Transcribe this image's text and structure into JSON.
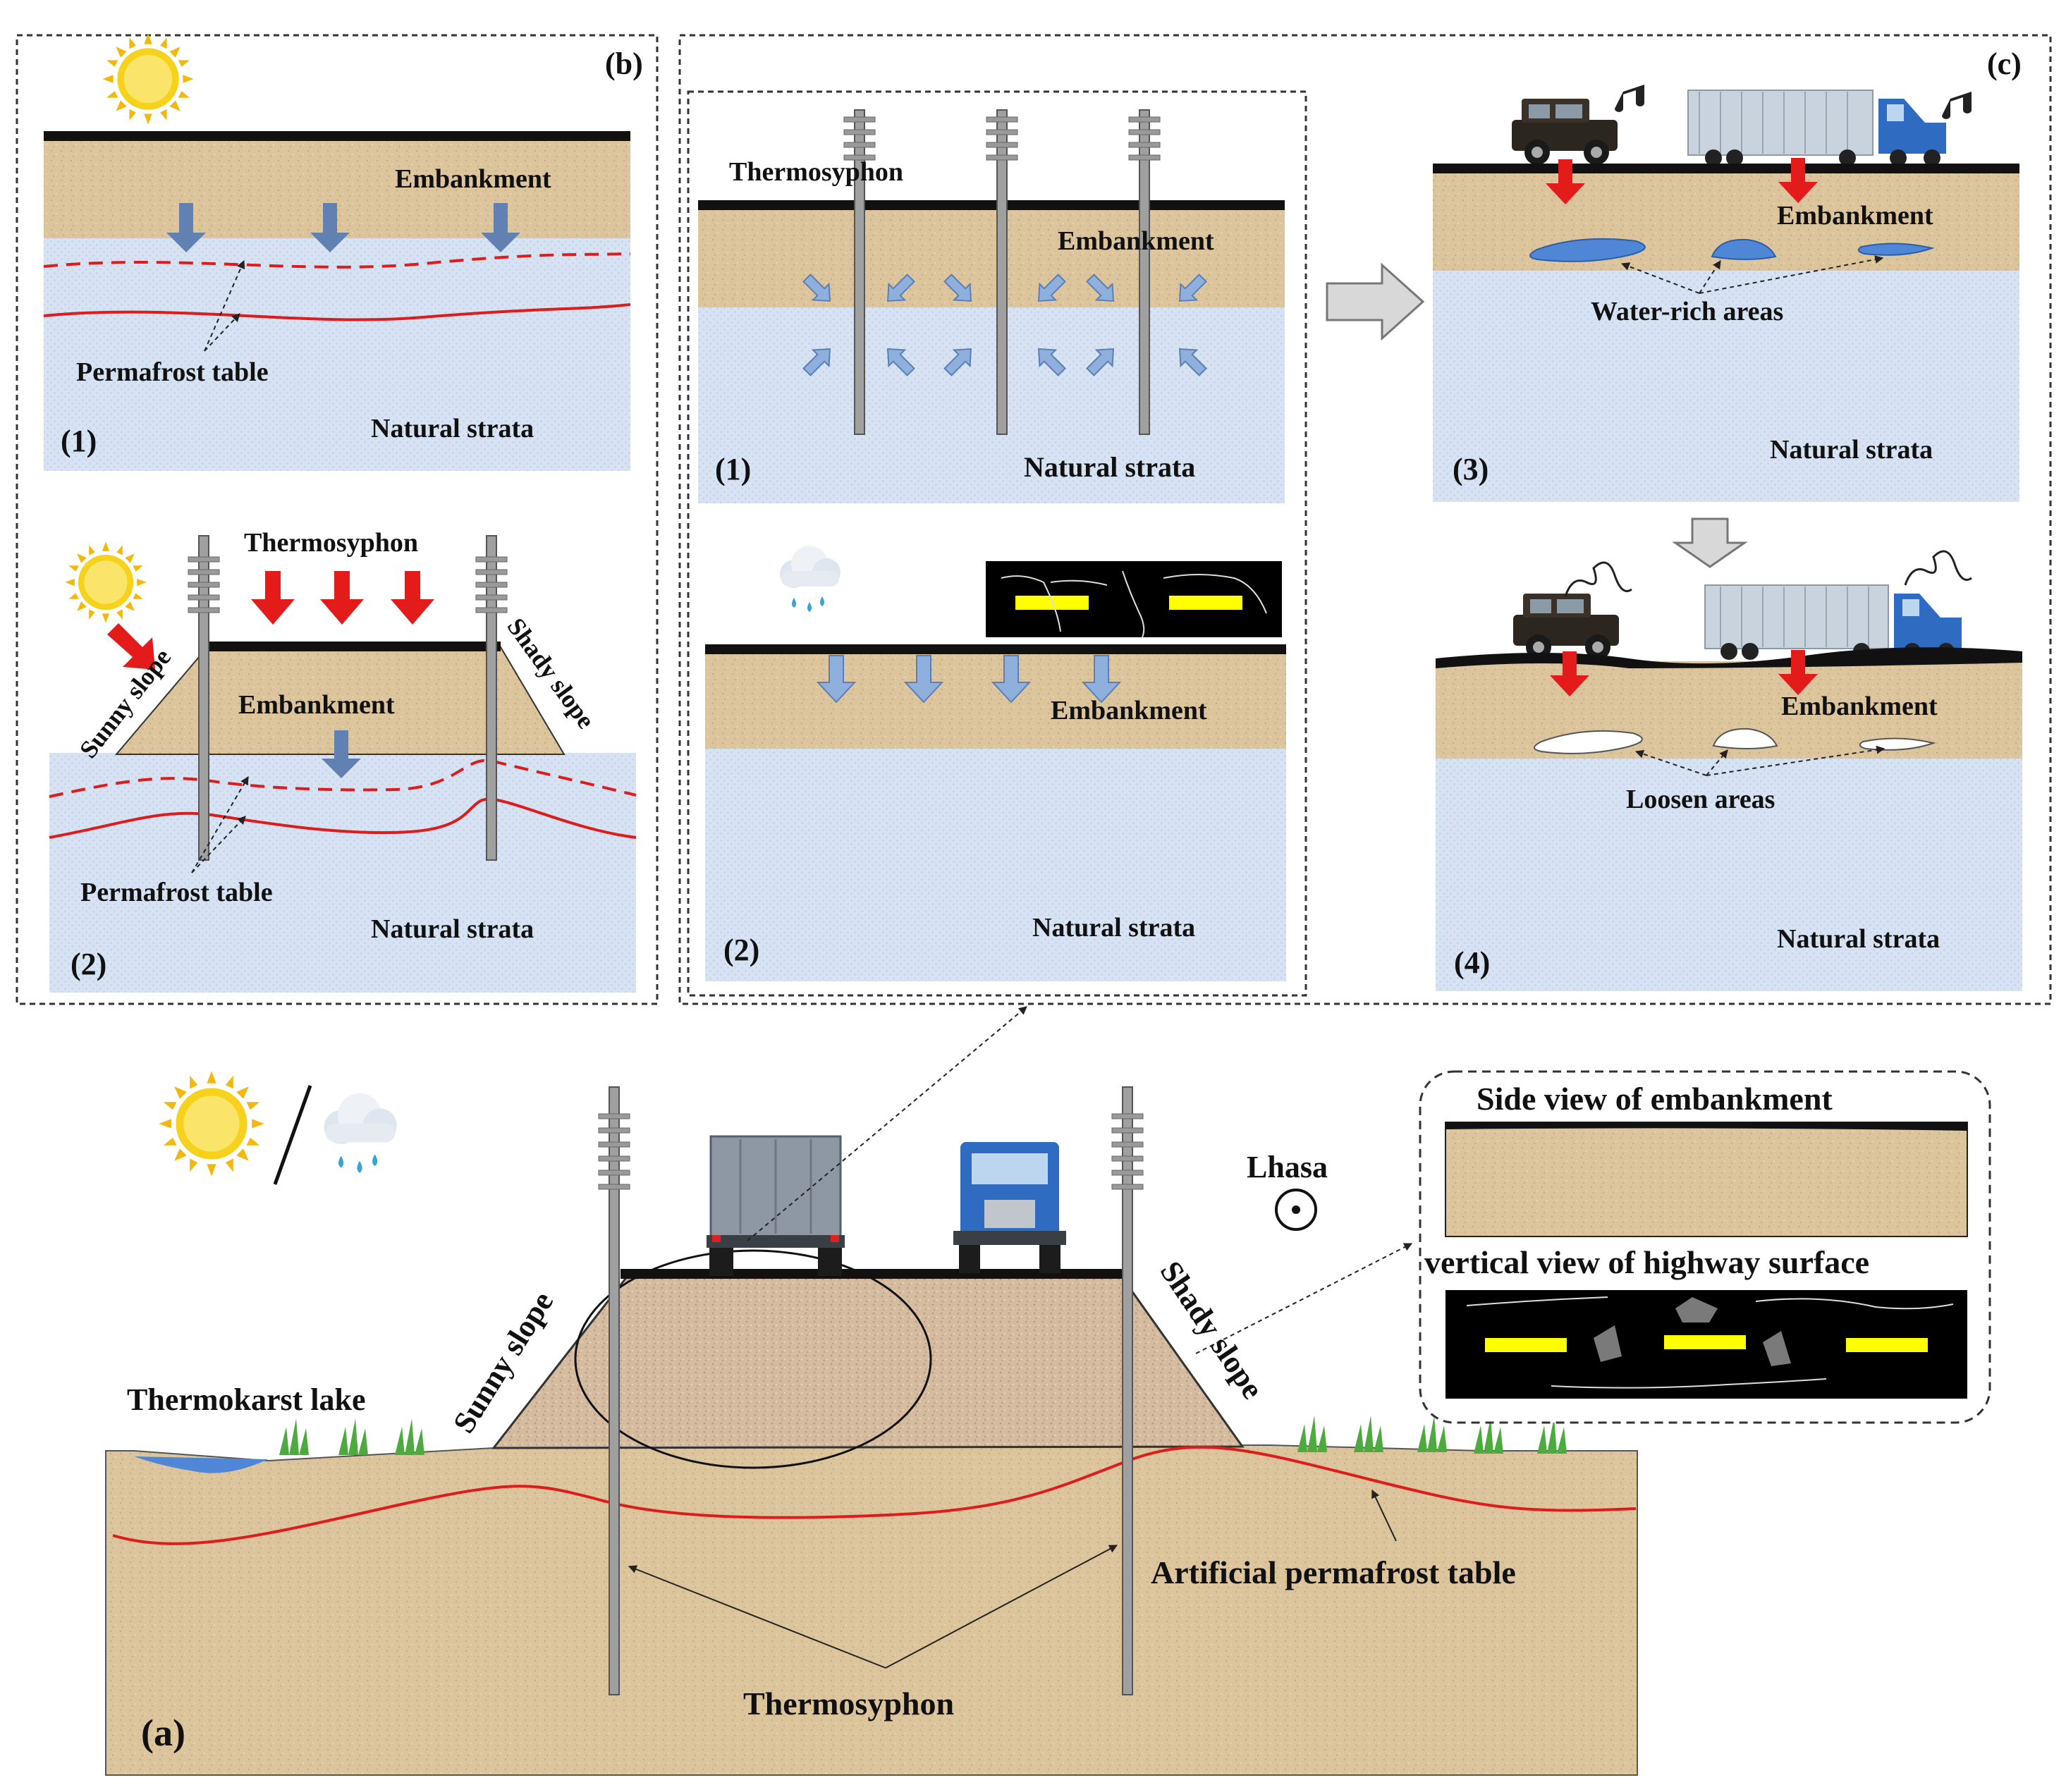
{
  "panel_b": {
    "tag": "(b)",
    "sub1": {
      "number": "(1)",
      "embankment": "Embankment",
      "permafrost": "Permafrost  table",
      "strata": "Natural strata"
    },
    "sub2": {
      "number": "(2)",
      "thermosyphon": "Thermosyphon",
      "embankment": "Embankment",
      "sunny": "Sunny slope",
      "shady": "Shady slope",
      "permafrost": "Permafrost  table",
      "strata": "Natural strata"
    }
  },
  "panel_c": {
    "tag": "(c)",
    "sub1": {
      "number": "(1)",
      "thermosyphon": "Thermosyphon",
      "embankment": "Embankment",
      "strata": "Natural strata"
    },
    "sub2": {
      "number": "(2)",
      "embankment": "Embankment",
      "strata": "Natural strata"
    },
    "sub3": {
      "number": "(3)",
      "embankment": "Embankment",
      "water_rich": "Water-rich  areas",
      "strata": "Natural strata"
    },
    "sub4": {
      "number": "(4)",
      "embankment": "Embankment",
      "loosen": "Loosen  areas",
      "strata": "Natural strata"
    }
  },
  "panel_a": {
    "tag": "(a)",
    "thermokarst_lake": "Thermokarst  lake",
    "sunny_slope": "Sunny slope",
    "shady_slope": "Shady slope",
    "lhasa": "Lhasa",
    "artificial_table": "Artificial permafrost table",
    "thermosyphon": "Thermosyphon",
    "side_view": "Side view of embankment",
    "vertical_view": "vertical view of highway surface"
  },
  "colors": {
    "soil": "#dcc59c",
    "strata": "#d7e3f3",
    "permafrost_line": "#e01b1b",
    "load_arrow": "#e31b1b",
    "flow_arrow": "#8fb0dc",
    "water": "#4f87d6",
    "road": "#111111",
    "lane_mark": "#ffff00"
  },
  "icons": [
    "sun-icon",
    "rain-cloud-icon",
    "thermosyphon-icon",
    "truck-icon",
    "jeep-icon",
    "grass-icon",
    "music-note-icon",
    "grey-arrow-icon"
  ]
}
